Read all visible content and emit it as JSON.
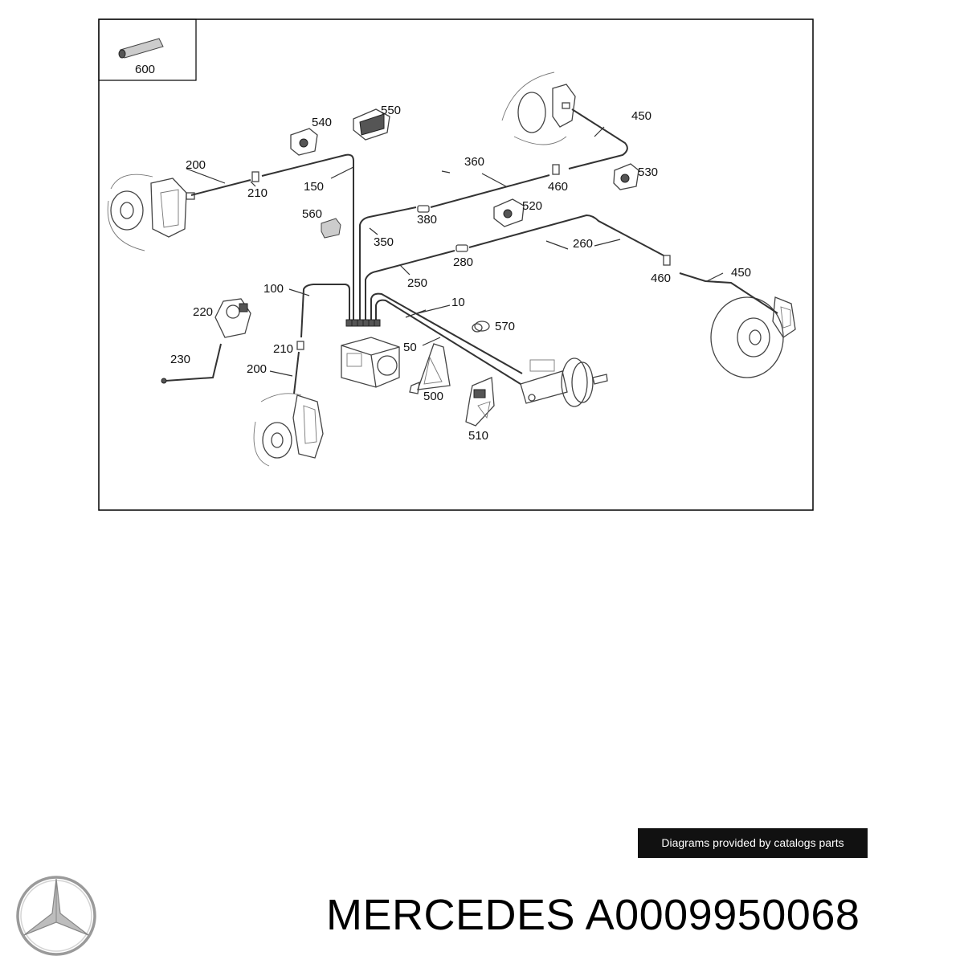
{
  "diagram": {
    "labels": [
      "600",
      "550",
      "540",
      "450",
      "200",
      "210",
      "150",
      "360",
      "460",
      "530",
      "560",
      "520",
      "380",
      "350",
      "260",
      "280",
      "450",
      "460",
      "250",
      "100",
      "220",
      "10",
      "570",
      "210",
      "50",
      "230",
      "200",
      "500",
      "510"
    ]
  },
  "footer": {
    "credit": "Diagrams provided by catalogs parts",
    "brand": "MERCEDES A0009950068",
    "logo_icon": "mercedes-star-icon"
  },
  "colors": {
    "ink": "#333333",
    "frame": "#000000",
    "credit_bg": "#111111"
  }
}
